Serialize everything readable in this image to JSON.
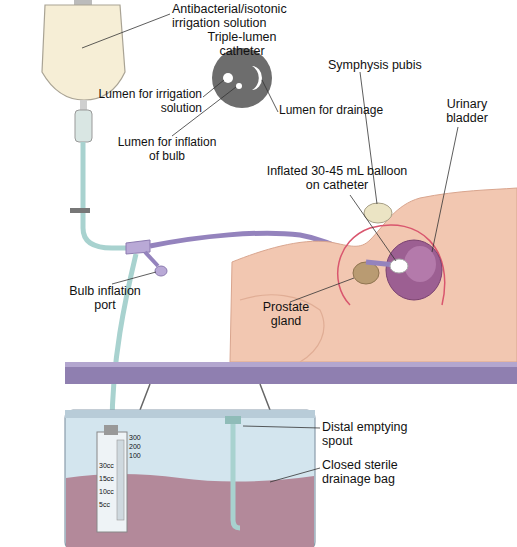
{
  "diagram": {
    "labels": [
      "Antibacterial/isotonic irrigation solution",
      "Triple-lumen catheter",
      "Lumen for irrigation solution",
      "Lumen for drainage",
      "Lumen for inflation of bulb",
      "Symphysis pubis",
      "Urinary bladder",
      "Inflated 30-45 mL balloon on catheter",
      "Bulb inflation port",
      "Prostate gland",
      "Distal emptying spout",
      "Closed sterile drainage bag",
      "300",
      "200",
      "100",
      "30cc",
      "15cc",
      "10cc",
      "5cc"
    ]
  }
}
